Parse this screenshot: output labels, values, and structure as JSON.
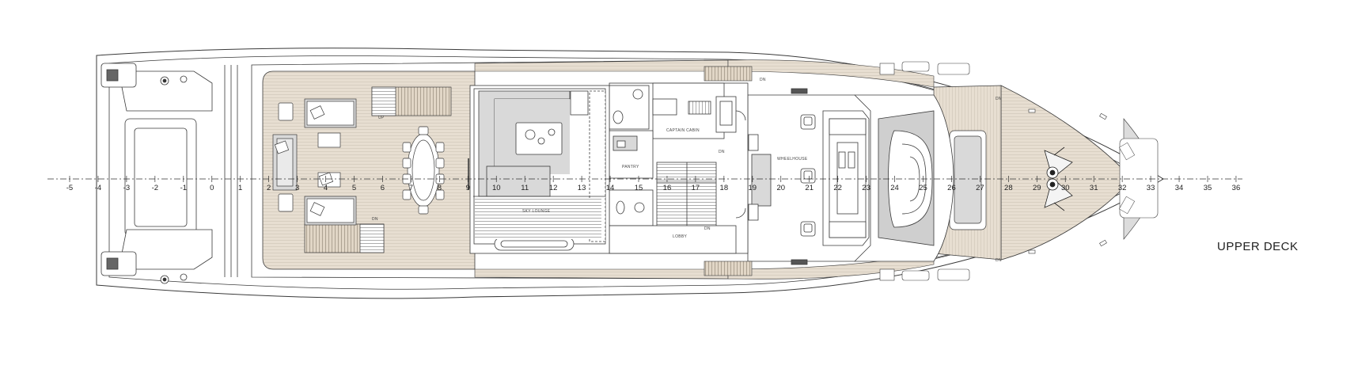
{
  "drawing": {
    "title": "UPPER DECK",
    "frame_numbers": [
      "-5",
      "-4",
      "-3",
      "-2",
      "-1",
      "0",
      "1",
      "2",
      "3",
      "4",
      "5",
      "6",
      "7",
      "8",
      "9",
      "10",
      "11",
      "12",
      "13",
      "14",
      "15",
      "16",
      "17",
      "18",
      "19",
      "20",
      "21",
      "22",
      "23",
      "24",
      "25",
      "26",
      "27",
      "28",
      "29",
      "30",
      "31",
      "32",
      "33",
      "34",
      "35",
      "36"
    ]
  },
  "rooms": {
    "sky_lounge": "SKY LOUNGE",
    "lobby": "LOBBY",
    "captain_cabin": "CAPTAIN CABIN",
    "pantry": "PANTRY",
    "wheelhouse": "WHEELHOUSE"
  },
  "stair_labels": {
    "up": "UP",
    "dn": "DN"
  },
  "colors": {
    "teak": "#e7ded1",
    "line": "#3a3a3a",
    "furniture": "#d9d9d9"
  }
}
